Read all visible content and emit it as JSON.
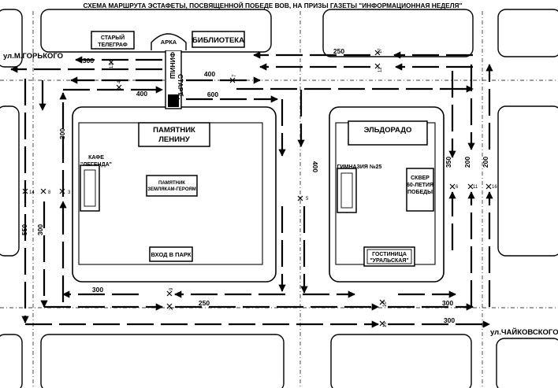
{
  "title": "СХЕМА МАРШРУТА ЭСТАФЕТЫ, ПОСВЯЩЕННОЙ ПОБЕДЕ ВОВ, НА ПРИЗЫ ГАЗЕТЫ \"ИНФОРМАЦИОННАЯ НЕДЕЛЯ\"",
  "streets": {
    "gorkogo": "ул.М.ГОРЬКОГО",
    "chaikovskogo": "ул.ЧАЙКОВСКОГО"
  },
  "buildings": {
    "telegraph_line1": "СТАРЫЙ",
    "telegraph_line2": "ТЕЛЕГРАФ",
    "arch": "АРКА",
    "library": "БИБЛИОТЕКА",
    "lenin_line1": "ПАМЯТНИК",
    "lenin_line2": "ЛЕНИНУ",
    "legenda_line1": "КАФЕ",
    "legenda_line2": "\"ЛЕГЕНДА\"",
    "heroes_line1": "ПАМЯТНИК",
    "heroes_line2": "ЗЕМЛЯКАМ-ГЕРОЯМ",
    "park_entrance": "ВХОД В ПАРК",
    "eldorado": "ЭЛЬДОРАДО",
    "gymnasium": "ГИМНАЗИЯ №25",
    "square_line1": "СКВЕР",
    "square_line2": "60-ЛЕТИЯ",
    "square_line3": "ПОБЕДЫ",
    "hotel_line1": "ГОСТИНИЦА",
    "hotel_line2": "\"УРАЛЬСКАЯ\""
  },
  "markers": {
    "finish": "ФИНИШ",
    "start": "СТАРТ"
  },
  "distances": {
    "d_250_top": "250",
    "d_300_top": "300",
    "d_400_a": "400",
    "d_400_b": "400",
    "d_600": "600",
    "d_300_left": "300",
    "d_550": "550",
    "d_300_left2": "300",
    "d_400_mid": "400",
    "d_350": "350",
    "d_200_a": "200",
    "d_200_b": "200",
    "d_300_bottom_left": "300",
    "d_250_bottom": "250",
    "d_300_bottom_right": "300",
    "d_300_lowest": "300"
  },
  "stages": {
    "s1": "1",
    "s2": "2",
    "s3": "3",
    "s4": "4",
    "s5": "5",
    "s6": "6",
    "s7": "7",
    "s8": "8",
    "s9": "9",
    "s10": "10",
    "s11": "11",
    "s12": "12",
    "s13": "13",
    "s14": "14",
    "s15": "15",
    "s16": "16",
    "s17": "17"
  }
}
